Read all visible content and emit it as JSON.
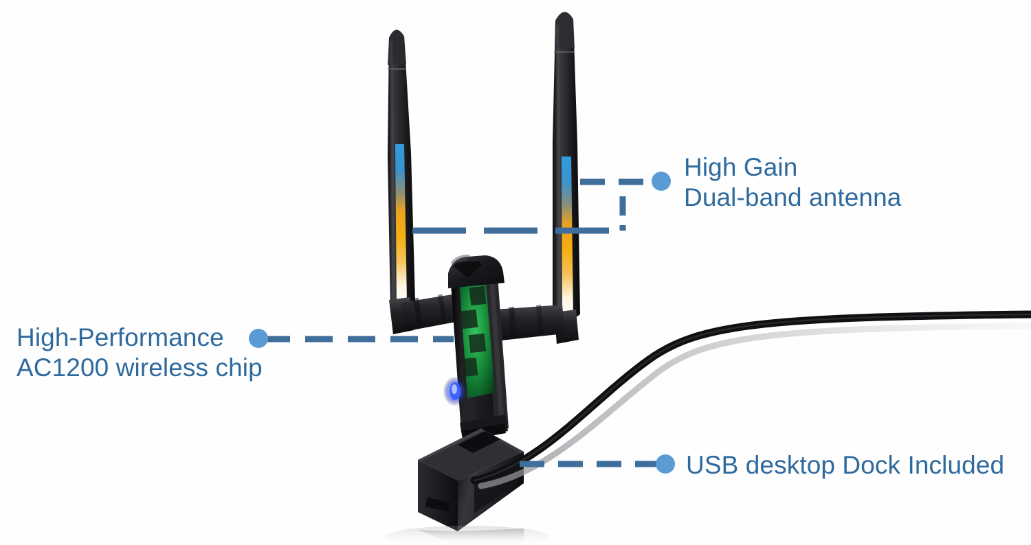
{
  "diagram": {
    "title": "AC1200 dual-band USB wireless adapter annotated product diagram",
    "background_color": "#ffffff",
    "accent_dot_color": "#5B9BD5",
    "leader_line_color": "#3F6E9B",
    "text_color": "#2E6A9E"
  },
  "callouts": [
    {
      "id": "antenna",
      "line1": "High Gain",
      "line2": "Dual-band antenna",
      "dot_name": "callout-dot-antenna",
      "anchor": "right"
    },
    {
      "id": "chip",
      "line1": "High-Performance",
      "line2": "AC1200 wireless chip",
      "dot_name": "callout-dot-chip",
      "anchor": "left"
    },
    {
      "id": "dock",
      "line1": "USB desktop Dock Included",
      "line2": "",
      "dot_name": "callout-dot-dock",
      "anchor": "right"
    }
  ],
  "product": {
    "name": "usb-wifi-adapter",
    "body_color": "#1c1c1e",
    "antenna_color": "#232326",
    "chip_panel_color": "#1f8a3c",
    "led_color": "#2E5BFF",
    "antenna_band_top_color": "#2F9BE0",
    "antenna_band_mid_color": "#F2A81C",
    "antenna_band_bottom_color": "#ffffff",
    "cable_color": "#101012",
    "cable_reflection_color": "#c9c9cc",
    "dock_color": "#26262a",
    "shadow_color": "#b8b8bb",
    "antennas": [
      {
        "name": "antenna-left"
      },
      {
        "name": "antenna-right"
      }
    ],
    "parts": [
      {
        "name": "antenna-left"
      },
      {
        "name": "antenna-right"
      },
      {
        "name": "adapter-body"
      },
      {
        "name": "chip-panel"
      },
      {
        "name": "status-led"
      },
      {
        "name": "hinge-arm-left"
      },
      {
        "name": "hinge-arm-right"
      },
      {
        "name": "usb-dock-base"
      },
      {
        "name": "usb-cable"
      }
    ]
  }
}
